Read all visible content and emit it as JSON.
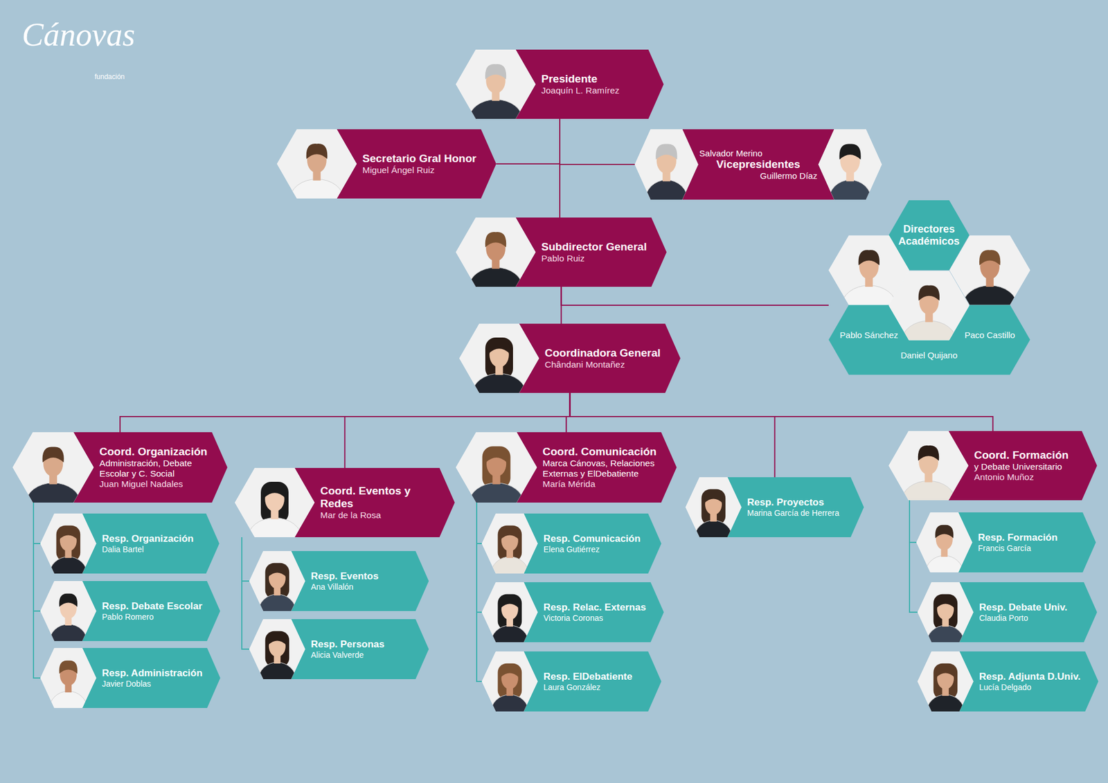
{
  "diagram": {
    "nodes": [
      {
        "text": [
          "Presidente",
          "Joaquín L. Ramírez"
        ]
      },
      {
        "text": [
          "Secretario Gral Honor",
          "Miguel Ángel Ruiz"
        ]
      },
      {
        "text": [
          "Salvador Merino",
          "Vicepresidentes",
          "Guillermo Díaz"
        ]
      },
      {
        "text": [
          "Subdirector General",
          "Pablo Ruiz"
        ]
      },
      {
        "text": [
          "Directores Académicos",
          "Pablo Sánchez",
          "Paco Castillo",
          "Daniel Quijano"
        ]
      },
      {
        "text": [
          "Coordinadora General",
          "Chândani Montañez"
        ]
      },
      {
        "text": [
          "Coord. Organización",
          "Administración, Debate Escolar y C. Social",
          "Juan Miguel Nadales"
        ]
      },
      {
        "text": [
          "Coord. Eventos y Redes",
          "Mar de la Rosa"
        ]
      },
      {
        "text": [
          "Coord. Comunicación",
          "Marca Cánovas, Relaciones Externas y ElDebatiente",
          "María Mérida"
        ]
      },
      {
        "text": [
          "Resp. Proyectos",
          "Marina García de Herrera"
        ]
      },
      {
        "text": [
          "Coord. Formación",
          "y Debate Universitario",
          "Antonio Muñoz"
        ]
      },
      {
        "text": [
          "Resp. Organización",
          "Dalia Bartel"
        ]
      },
      {
        "text": [
          "Resp. Debate Escolar",
          "Pablo Romero"
        ]
      },
      {
        "text": [
          "Resp. Administración",
          "Javier Doblas"
        ]
      },
      {
        "text": [
          "Resp. Eventos",
          "Ana Villalón"
        ]
      },
      {
        "text": [
          "Resp. Personas",
          "Alicia Valverde"
        ]
      },
      {
        "text": [
          "Resp. Comunicación",
          "Elena Gutiérrez"
        ]
      },
      {
        "text": [
          "Resp. Relac. Externas",
          "Victoria Coronas"
        ]
      },
      {
        "text": [
          "Resp. ElDebatiente",
          "Laura González"
        ]
      },
      {
        "text": [
          "Resp. Formación",
          "Francis García"
        ]
      },
      {
        "text": [
          "Resp. Debate Univ.",
          "Claudia Porto"
        ]
      },
      {
        "text": [
          "Resp. Adjunta D.Univ.",
          "Lucía Delgado"
        ]
      }
    ],
    "edges": [
      {
        "from": 0,
        "to": 1,
        "arrow": "none"
      },
      {
        "from": 0,
        "to": 2,
        "arrow": "none"
      },
      {
        "from": 0,
        "to": 3,
        "arrow": "none"
      },
      {
        "from": 3,
        "to": 4,
        "arrow": "none"
      },
      {
        "from": 3,
        "to": 5,
        "arrow": "none"
      },
      {
        "from": 5,
        "to": 6,
        "arrow": "none"
      },
      {
        "from": 5,
        "to": 7,
        "arrow": "none"
      },
      {
        "from": 5,
        "to": 8,
        "arrow": "none"
      },
      {
        "from": 5,
        "to": 9,
        "arrow": "none"
      },
      {
        "from": 5,
        "to": 10,
        "arrow": "none"
      },
      {
        "from": 6,
        "to": 11,
        "arrow": "none"
      },
      {
        "from": 6,
        "to": 12,
        "arrow": "none"
      },
      {
        "from": 6,
        "to": 13,
        "arrow": "none"
      },
      {
        "from": 7,
        "to": 14,
        "arrow": "none"
      },
      {
        "from": 7,
        "to": 15,
        "arrow": "none"
      },
      {
        "from": 8,
        "to": 16,
        "arrow": "none"
      },
      {
        "from": 8,
        "to": 17,
        "arrow": "none"
      },
      {
        "from": 8,
        "to": 18,
        "arrow": "none"
      },
      {
        "from": 10,
        "to": 19,
        "arrow": "none"
      },
      {
        "from": 10,
        "to": 20,
        "arrow": "none"
      }
    ],
    "labels": [
      "Cánovas",
      "fundación"
    ]
  }
}
